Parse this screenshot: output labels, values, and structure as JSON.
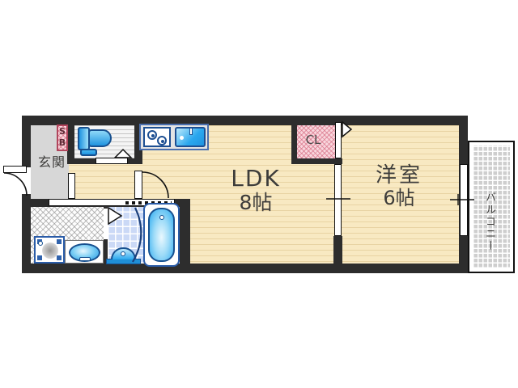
{
  "plan": {
    "title_hint": "apartment-floor-plan",
    "rooms": {
      "entrance": {
        "label": "玄関"
      },
      "shoe_box": {
        "label_top": "S",
        "label_bottom": "B"
      },
      "ldk": {
        "label": "LDK",
        "size": "8帖"
      },
      "closet": {
        "label": "CL"
      },
      "western_room": {
        "label": "洋室",
        "size": "6帖"
      },
      "balcony": {
        "label": "バルコニー"
      }
    },
    "colors": {
      "wall": "#2d2d2d",
      "wood_floor": "#f8e9c2",
      "wood_line": "#e8d3a3",
      "entrance_gray": "#d7d7d7",
      "fixture_blue": "#2aa7ee",
      "fixture_border": "#17508f",
      "closet_pink": "#f9d6dd",
      "bath_tile": "#cbd9f6",
      "balcony_gray": "#cecece"
    }
  }
}
